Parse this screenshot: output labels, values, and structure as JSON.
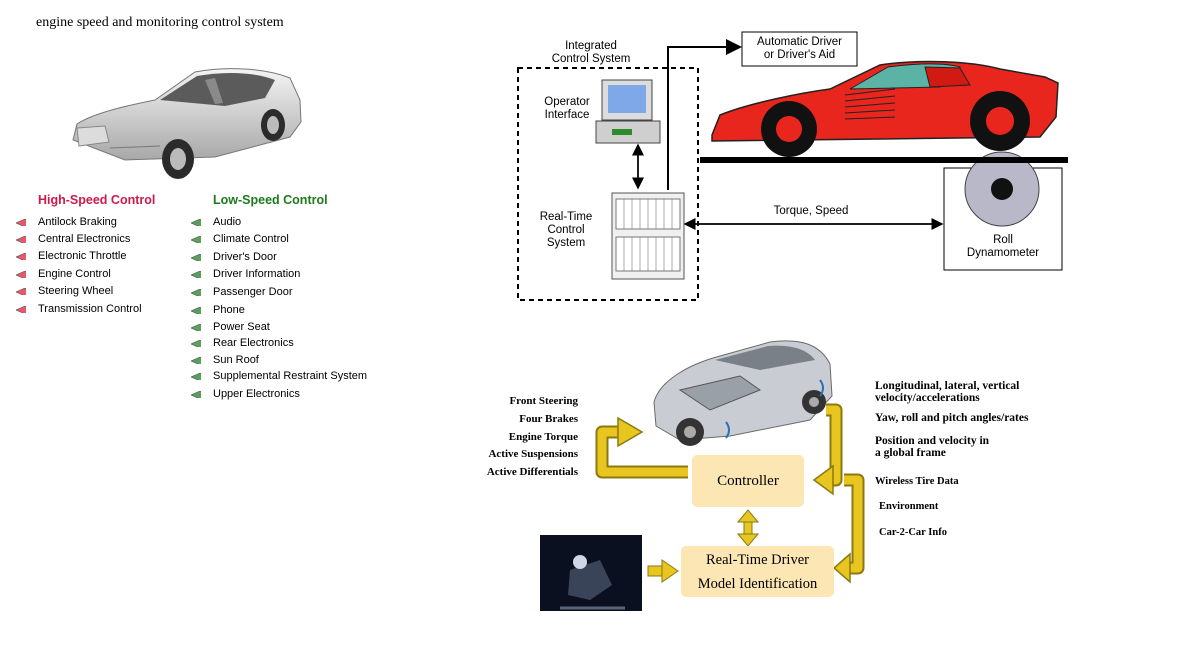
{
  "page": {
    "title": "engine speed and monitoring control system"
  },
  "high_speed": {
    "heading": "High-Speed Control",
    "color": "#d0194a",
    "items": [
      "Antilock Braking",
      "Central Electronics",
      "Electronic Throttle",
      "Engine Control",
      "Steering Wheel",
      "Transmission Control"
    ]
  },
  "low_speed": {
    "heading": "Low-Speed Control",
    "color": "#1c7a1c",
    "items": [
      "Audio",
      "Climate Control",
      "Driver's Door",
      "Driver Information",
      "Passenger Door",
      "Phone",
      "Power Seat",
      "Rear Electronics",
      "Sun Roof",
      "Supplemental Restraint System",
      "Upper Electronics"
    ]
  },
  "hil": {
    "integrated_line1": "Integrated",
    "integrated_line2": "Control System",
    "auto_driver_line1": "Automatic Driver",
    "auto_driver_line2": "or Driver's Aid",
    "operator_line1": "Operator",
    "operator_line2": "Interface",
    "rt_line1": "Real-Time",
    "rt_line2": "Control",
    "rt_line3": "System",
    "torque_speed": "Torque, Speed",
    "roll_line1": "Roll",
    "roll_line2": "Dynamometer"
  },
  "loop": {
    "left_labels": [
      "Front Steering",
      "Four Brakes",
      "Engine Torque",
      "Active Suspensions",
      "Active Differentials"
    ],
    "right_labels": {
      "l1a": "Longitudinal, lateral,  vertical",
      "l1b": "velocity/accelerations",
      "l2": "Yaw, roll and pitch angles/rates",
      "l3a": "Position and velocity  in",
      "l3b": "a global frame",
      "l4": "Wireless Tire Data",
      "l5": "Environment",
      "l6": "Car-2-Car Info"
    },
    "controller": "Controller",
    "driver_line1": "Real-Time Driver",
    "driver_line2": "Model Identification"
  },
  "colors": {
    "arrow_yellow": "#e8c51f",
    "box_fill": "#fbe6b4",
    "car_red": "#e8261e"
  }
}
